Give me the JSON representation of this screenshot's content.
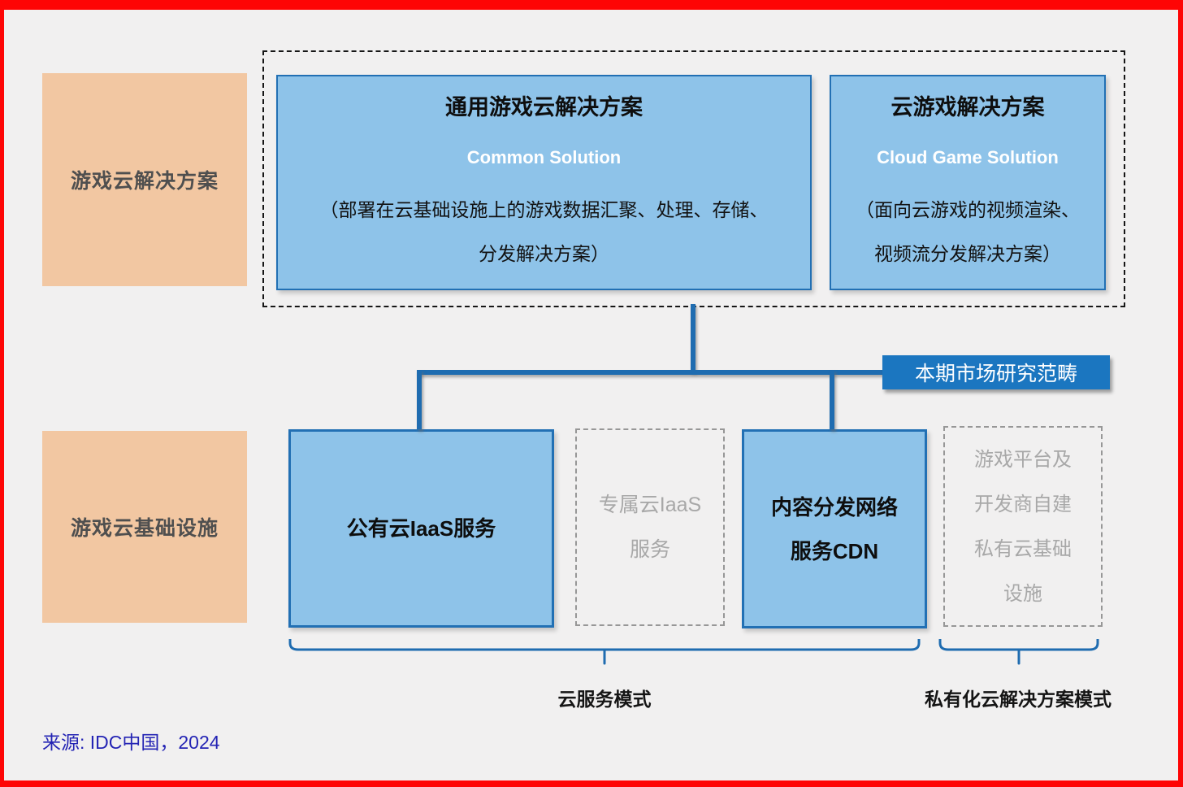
{
  "palette": {
    "background": "#f1f0f0",
    "frame-red": "#fe0505",
    "peach": "#f2c7a2",
    "box-blue-fill": "#8ec3e9",
    "box-blue-border": "#2270b4",
    "connector-blue": "#1f6cb0",
    "scope-bg": "#1b76c0",
    "gray-dash-border": "#979797",
    "gray-text": "#a8a8a8",
    "label-gray-text": "#4f4f4f",
    "source-blue": "#2424b4"
  },
  "row_labels": {
    "solutions": "游戏云解决方案",
    "infrastructure": "游戏云基础设施"
  },
  "solutions": {
    "common": {
      "title": "通用游戏云解决方案",
      "subtitle": "Common Solution",
      "desc_line1": "（部署在云基础设施上的游戏数据汇聚、处理、存储、",
      "desc_line2": "分发解决方案）"
    },
    "cloud_game": {
      "title": "云游戏解决方案",
      "subtitle": "Cloud Game Solution",
      "desc_line1": "（面向云游戏的视频渲染、",
      "desc_line2": "视频流分发解决方案）"
    }
  },
  "scope_label": "本期市场研究范畴",
  "infrastructure_boxes": {
    "public_iaas": "公有云IaaS服务",
    "dedicated_iaas": {
      "line1": "专属云IaaS",
      "line2": "服务"
    },
    "cdn": {
      "line1": "内容分发网络",
      "line2": "服务CDN"
    },
    "private_cloud": {
      "line1": "游戏平台及",
      "line2": "开发商自建",
      "line3": "私有云基础",
      "line4": "设施"
    }
  },
  "mode_labels": {
    "cloud_service": "云服务模式",
    "private_cloud": "私有化云解决方案模式"
  },
  "source": "来源: IDC中国，2024"
}
